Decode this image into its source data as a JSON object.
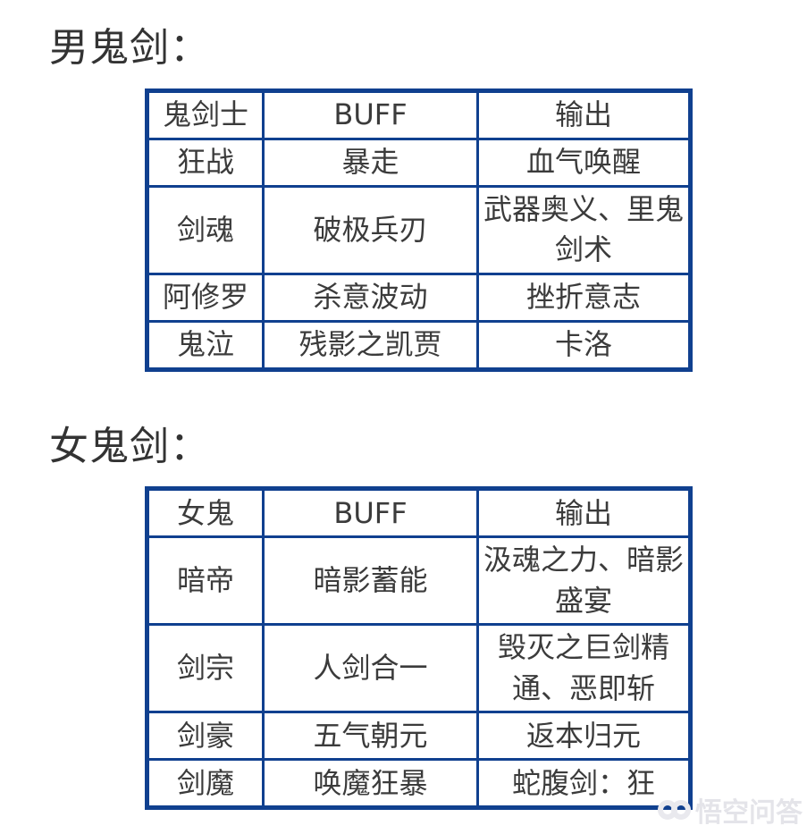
{
  "colors": {
    "table_border": "#10408f",
    "body_text": "#3b3b3b",
    "title_text": "#333333",
    "watermark": "#e4e4e9",
    "background": "#ffffff"
  },
  "sections": [
    {
      "title": "男鬼剑：",
      "table": {
        "headers": [
          "鬼剑士",
          "BUFF",
          "输出"
        ],
        "rows": [
          [
            "狂战",
            "暴走",
            "血气唤醒"
          ],
          [
            "剑魂",
            "破极兵刃",
            "武器奥义、里鬼剑术"
          ],
          [
            "阿修罗",
            "杀意波动",
            "挫折意志"
          ],
          [
            "鬼泣",
            "残影之凯贾",
            "卡洛"
          ]
        ]
      }
    },
    {
      "title": "女鬼剑：",
      "table": {
        "headers": [
          "女鬼",
          "BUFF",
          "输出"
        ],
        "rows": [
          [
            "暗帝",
            "暗影蓄能",
            "汲魂之力、暗影盛宴"
          ],
          [
            "剑宗",
            "人剑合一",
            "毁灭之巨剑精通、恶即斩"
          ],
          [
            "剑豪",
            "五气朝元",
            "返本归元"
          ],
          [
            "剑魔",
            "唤魔狂暴",
            "蛇腹剑：狂"
          ]
        ]
      }
    }
  ],
  "watermark": {
    "text": "悟空问答",
    "logo": "wukong-double-circle"
  }
}
